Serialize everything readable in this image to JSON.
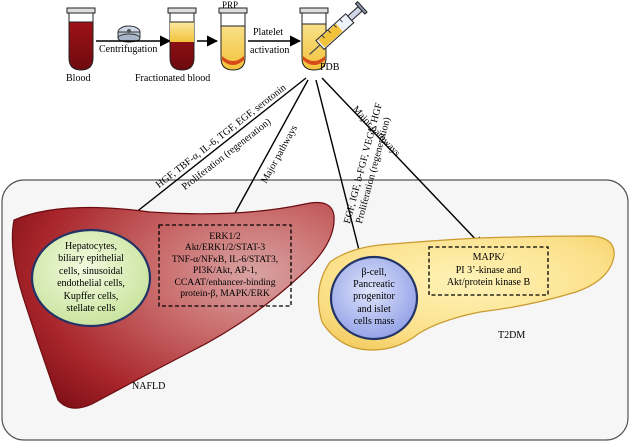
{
  "process": {
    "blood": "Blood",
    "centrifugation": "Centrifugation",
    "fractionated": "Fractionated blood",
    "prp": "PRP",
    "platelet_activation_1": "Platelet",
    "platelet_activation_2": "activation",
    "pdb": "PDB"
  },
  "arrows": {
    "liver_factors": "HGF, TBF-α, IL-6, TGF, EGF, serotonin",
    "liver_proliferation": "Proliferation (regeneration)",
    "major_pathways_liver": "Major pathways",
    "pancreas_factors": "EGF, IGF, b-FGF, VEGF, HGF",
    "pancreas_proliferation": "Proliferation (regeneration)",
    "major_pathways_pancreas": "Major pathways"
  },
  "liver": {
    "cells": [
      "Hepatocytes,",
      "biliary epithelial",
      "cells, sinusoidal",
      "endothelial cells,",
      "Kupffer cells,",
      "stellate cells"
    ],
    "pathways": [
      "ERK1/2",
      "Akt/ERK1/2/STAT-3",
      "TNF-α/NFκB, IL-6/STAT3,",
      "PI3K/Akt, AP-1,",
      "CCAAT/enhancer-binding",
      "protein-β, MAPK/ERK"
    ],
    "label": "NAFLD"
  },
  "pancreas": {
    "cells": [
      "β-cell,",
      "Pancreatic",
      "progenitor",
      "and islet",
      "cells mass"
    ],
    "pathways": [
      "MAPK/",
      "PI 3’-kinase and",
      "Akt/protein kinase B"
    ],
    "label": "T2DM"
  }
}
